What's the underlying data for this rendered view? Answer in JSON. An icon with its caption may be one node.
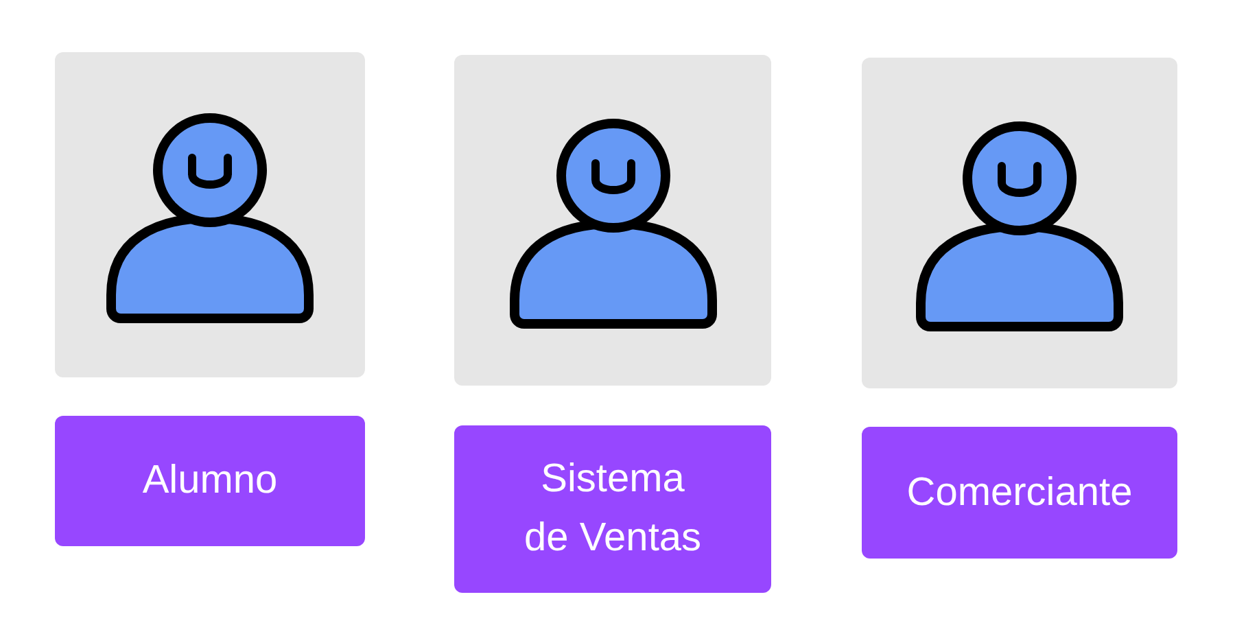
{
  "diagram": {
    "nodes": [
      {
        "text": [],
        "shape": "person"
      },
      {
        "text": [],
        "shape": "person"
      },
      {
        "text": [],
        "shape": "person"
      },
      {
        "text": [
          "Alumno"
        ]
      },
      {
        "text": [
          "Sistema de Ventas"
        ]
      },
      {
        "text": [
          "Comerciante"
        ]
      }
    ]
  }
}
